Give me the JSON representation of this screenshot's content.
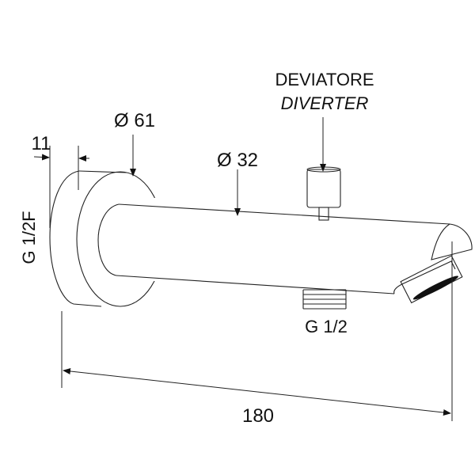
{
  "labels": {
    "flange_thickness": "11",
    "flange_diameter": "Ø 61",
    "pipe_diameter": "Ø 32",
    "diverter_it": "DEVIATORE",
    "diverter_en": "DIVERTER",
    "wall_connection": "G 1/2F",
    "outlet_thread": "G 1/2",
    "total_length": "180"
  }
}
